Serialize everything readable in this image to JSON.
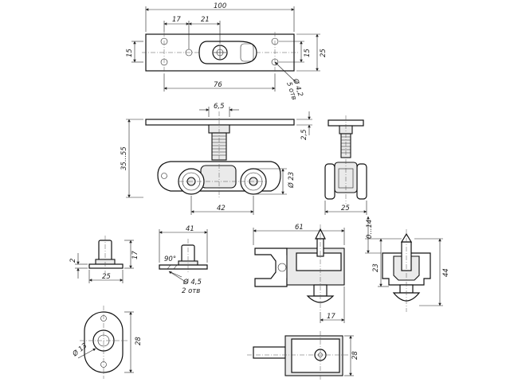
{
  "drawing": {
    "dims": {
      "top_length": "100",
      "top_17": "17",
      "top_21": "21",
      "top_15_left": "15",
      "top_15_right": "15",
      "top_25": "25",
      "top_76": "76",
      "hole_dia": "Ø 4,2",
      "hole_count": "5 отв",
      "side_6_5": "6,5",
      "side_35_55": "35...55",
      "side_2_5": "2,5",
      "side_dia23": "Ø 23",
      "side_42": "42",
      "end_25": "25",
      "stop_2": "2",
      "stop_17": "17",
      "stop_25": "25",
      "plate_41": "41",
      "plate_90": "90°",
      "plate_dia": "Ø 4,5",
      "plate_count": "2 отв",
      "clamp_61": "61",
      "clamp_17": "17",
      "clamp_28": "28",
      "end2_0_14": "0...14",
      "end2_23": "23",
      "end2_44": "44",
      "flange_28": "28",
      "flange_dia13": "Ø 13"
    }
  }
}
